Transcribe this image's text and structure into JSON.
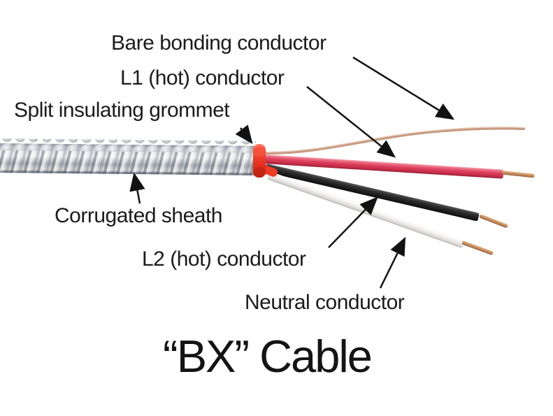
{
  "title": "“BX” Cable",
  "labels": {
    "bare_bonding": "Bare bonding conductor",
    "l1": "L1 (hot) conductor",
    "split_grommet": "Split insulating grommet",
    "corrugated_sheath": "Corrugated sheath",
    "l2": "L2 (hot) conductor",
    "neutral": "Neutral conductor"
  },
  "colors": {
    "background": "#ffffff",
    "label_text": "#1b1b1b",
    "arrow": "#121212",
    "grommet_red": "#ee3420",
    "l1_wire_red": "#d93552",
    "l2_wire_black": "#232323",
    "neutral_wire_white": "#f2f0ee",
    "bare_copper": "#c69a82",
    "copper_tip": "#c48b64",
    "sheath_gray": "#cfd2d6"
  }
}
